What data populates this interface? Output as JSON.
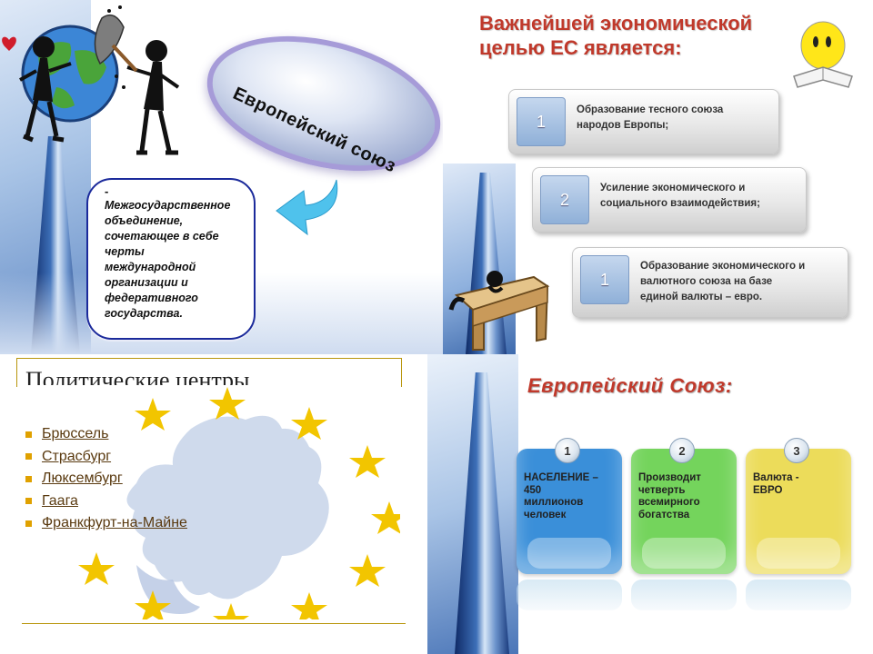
{
  "panel1": {
    "oval_title": "Европейский союз",
    "definition_dash": "-",
    "definition_lines": [
      "Межгосударственное",
      "объединение,",
      "сочетающее в себе",
      "черты",
      "международной",
      "организации и",
      "федеративного",
      "государства."
    ]
  },
  "panel2": {
    "title_line1": "Важнейшей экономической",
    "title_line2": "целью ЕС является:",
    "tiles": [
      {
        "number": "1",
        "lines": [
          "Образование тесного союза",
          "народов Европы;"
        ]
      },
      {
        "number": "2",
        "lines": [
          "Усиление экономического и",
          "социального взаимодействия;"
        ]
      },
      {
        "number": "1",
        "lines": [
          "Образование экономического и",
          "валютного союза на базе",
          "единой валюты – евро."
        ]
      }
    ]
  },
  "panel3": {
    "title": "Политические центры",
    "cities": [
      "Брюссель",
      "Страсбург",
      "Люксембург",
      "Гаага",
      "Франкфурт-на-Майне"
    ],
    "bullet_color": "#e0a100",
    "star_color": "#f2c500"
  },
  "panel4": {
    "title": "Европейский Союз:",
    "cards": [
      {
        "number": "1",
        "lines": [
          "НАСЕЛЕНИЕ –",
          "450",
          "миллионов",
          "человек"
        ],
        "color": "#3a8fd9"
      },
      {
        "number": "2",
        "lines": [
          "Производит",
          "четверть",
          "всемирного",
          "богатства"
        ],
        "color": "#74d45c"
      },
      {
        "number": "3",
        "lines": [
          "Валюта -",
          "ЕВРО"
        ],
        "color": "#ecdc5a"
      }
    ]
  }
}
